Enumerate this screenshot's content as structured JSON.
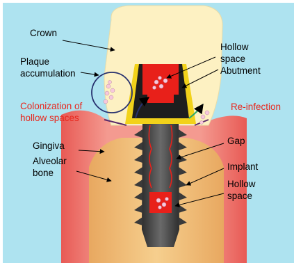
{
  "labels": {
    "crown": "Crown",
    "plaque_line1": "Plaque",
    "plaque_line2": "accumulation",
    "hollow_top_line1": "Hollow",
    "hollow_top_line2": "space",
    "abutment": "Abutment",
    "colonization_line1": "Colonization of",
    "colonization_line2": "hollow spaces",
    "reinfection": "Re-infection",
    "gingiva": "Gingiva",
    "gap": "Gap",
    "alveolar_line1": "Alveolar",
    "alveolar_line2": "bone",
    "implant": "Implant",
    "hollow_bottom_line1": "Hollow",
    "hollow_bottom_line2": "space"
  },
  "colors": {
    "background": "#aee3f0",
    "crown": "#fdf1c2",
    "gingiva": "#ef7a72",
    "bone": "#f3c07a",
    "implant": "#4a4a4a",
    "hollow_space": "#e8201a",
    "abutment_edge": "#f2d21a",
    "highlight_text": "#e8261c",
    "plaque_circle": "#27316e"
  }
}
